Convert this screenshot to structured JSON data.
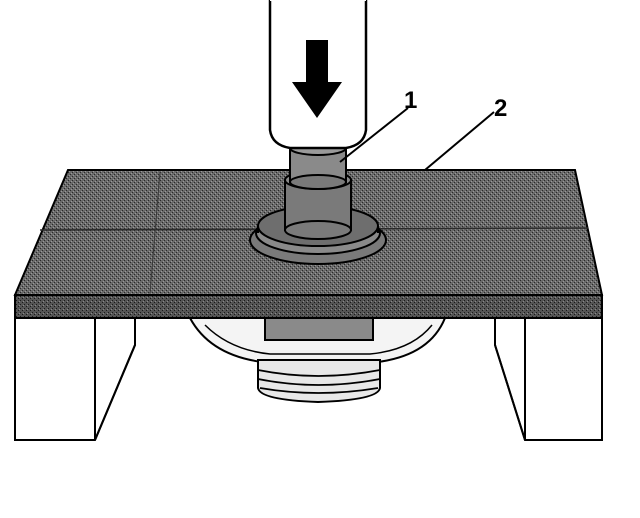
{
  "diagram": {
    "callouts": [
      {
        "id": "1",
        "label": "1",
        "target": "press-ram"
      },
      {
        "id": "2",
        "label": "2",
        "target": "press-plate"
      }
    ],
    "direction": "down",
    "colors": {
      "ink": "#000000",
      "paper": "#ffffff",
      "plate_top": "#5a5a5a",
      "plate_front": "#7a7a7a",
      "ram_body": "#ffffff",
      "hub": "#8a8a8a",
      "underside": "#dddddd"
    },
    "icons": {
      "arrow": "arrow-down-icon"
    }
  }
}
